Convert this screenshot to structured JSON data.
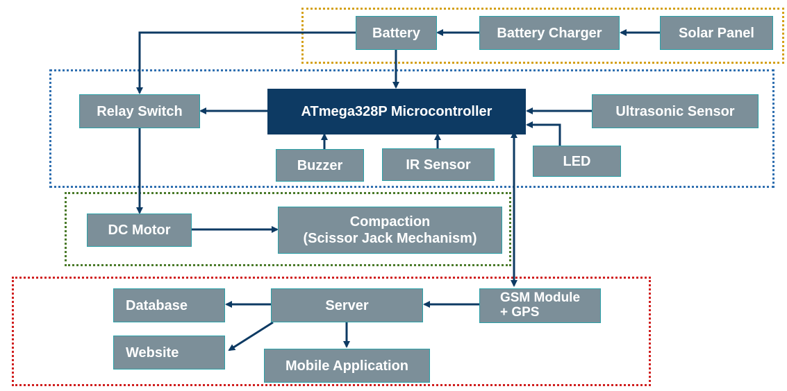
{
  "colors": {
    "box_fill": "#7c8f99",
    "box_border": "#2aa1a8",
    "mcu_fill": "#0d3a63",
    "arrow": "#0d3a63",
    "text": "#ffffff",
    "power_group": "#d4a017",
    "control_group": "#2f6fb0",
    "actuation_group": "#4a7a2a",
    "cloud_group": "#d01f1f"
  },
  "blocks": {
    "battery": "Battery",
    "battery_charger": "Battery Charger",
    "solar_panel": "Solar Panel",
    "relay_switch": "Relay Switch",
    "microcontroller": "ATmega328P Microcontroller",
    "ultrasonic_sensor": "Ultrasonic Sensor",
    "buzzer": "Buzzer",
    "ir_sensor": "IR Sensor",
    "led": "LED",
    "dc_motor": "DC Motor",
    "compaction": "Compaction\n(Scissor Jack Mechanism)",
    "database": "Database",
    "server": "Server",
    "gsm_module": "GSM Module\n+ GPS",
    "website": "Website",
    "mobile_application": "Mobile Application"
  }
}
